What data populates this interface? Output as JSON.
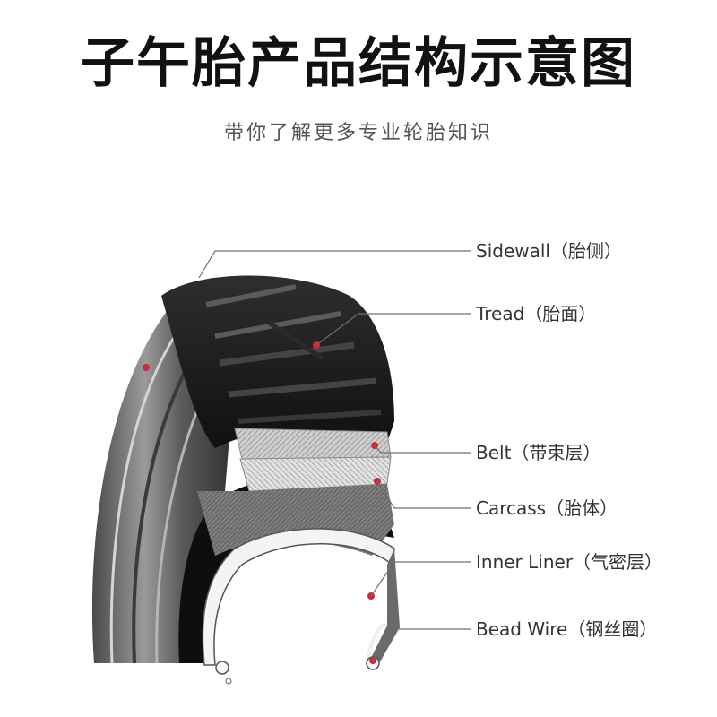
{
  "title": "子午胎产品结构示意图",
  "subtitle": "带你了解更多专业轮胎知识",
  "colors": {
    "leader_line": "#6e6e6e",
    "marker": "#d0253a",
    "tire_dark": "#1c1c1c"
  },
  "labels": [
    {
      "id": "sidewall",
      "text": "Sidewall（胎侧）"
    },
    {
      "id": "tread",
      "text": "Tread（胎面）"
    },
    {
      "id": "belt",
      "text": "Belt（带束层）"
    },
    {
      "id": "carcass",
      "text": "Carcass（胎体）"
    },
    {
      "id": "inner-liner",
      "text": "Inner Liner（气密层）"
    },
    {
      "id": "bead-wire",
      "text": "Bead Wire（钢丝圈）"
    }
  ]
}
